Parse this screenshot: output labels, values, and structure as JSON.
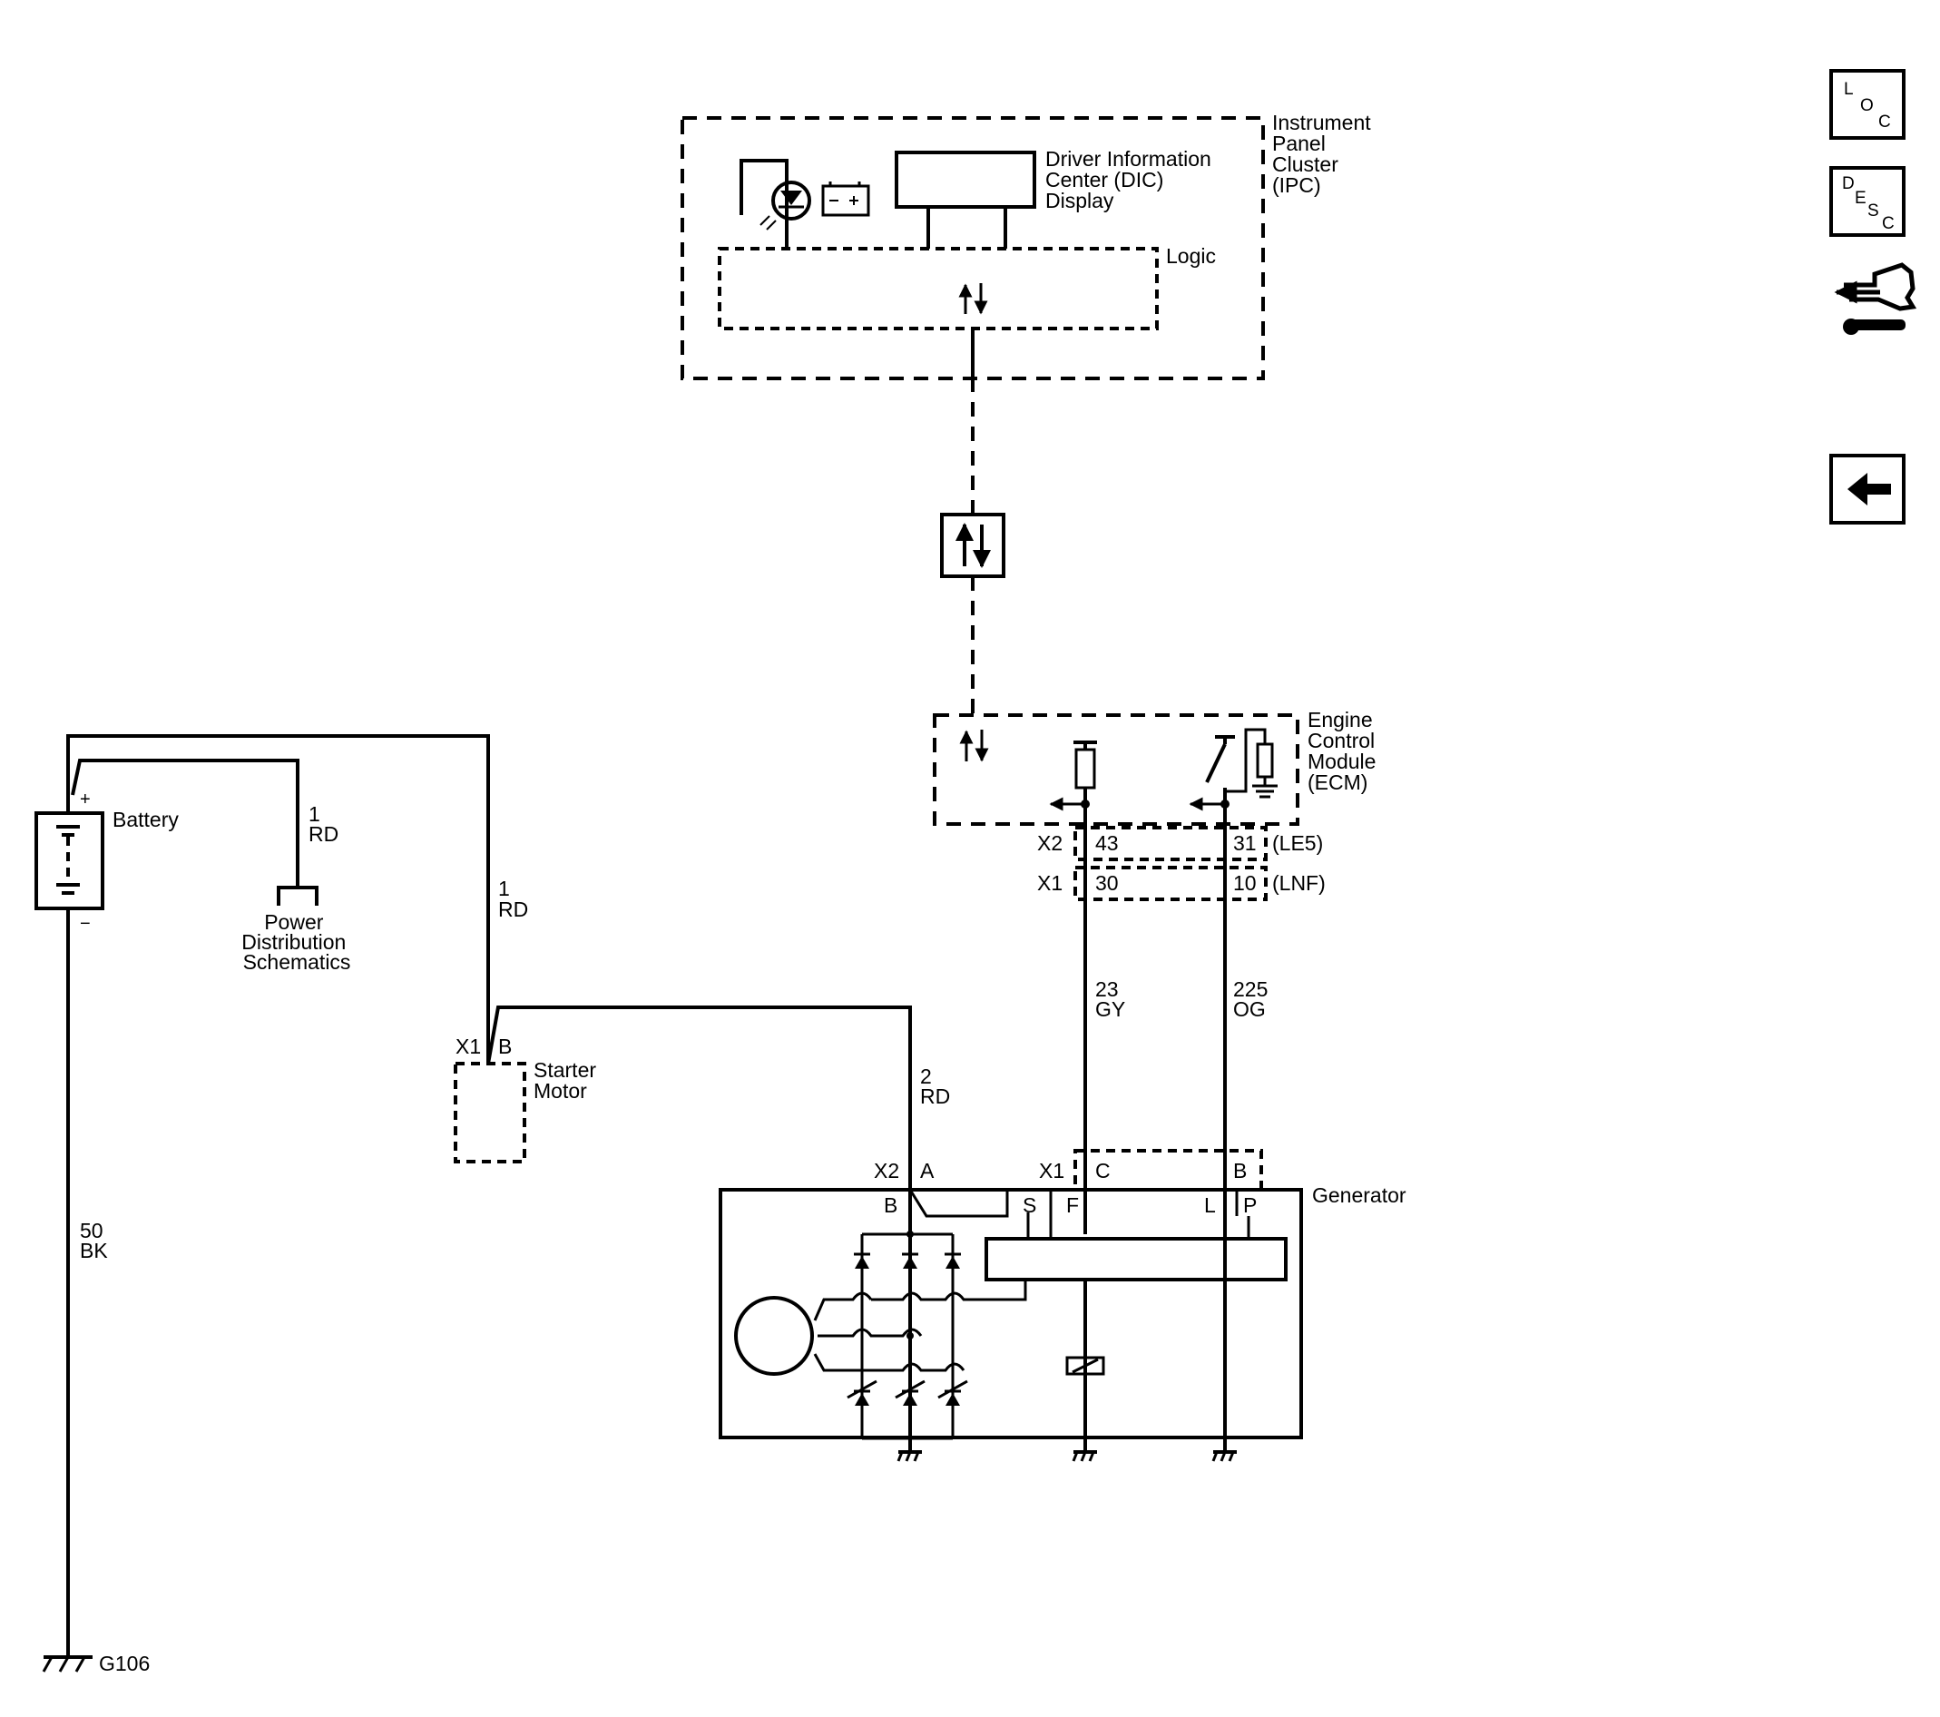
{
  "ipc": {
    "name": [
      "Instrument",
      "Panel",
      "Cluster",
      "(IPC)"
    ],
    "dic": [
      "Driver Information",
      "Center (DIC)",
      "Display"
    ],
    "logic": "Logic"
  },
  "ecm": {
    "name": [
      "Engine",
      "Control",
      "Module",
      "(ECM)"
    ]
  },
  "ecm_connectors": {
    "x2": "X2",
    "x2_pin_f": "43",
    "x2_pin_l": "31",
    "x2_variant": "(LE5)",
    "x1": "X1",
    "x1_pin_f": "30",
    "x1_pin_l": "10",
    "x1_variant": "(LNF)"
  },
  "battery": {
    "label": "Battery",
    "plus": "+",
    "minus": "−"
  },
  "wires": {
    "battery_ground": [
      "50",
      "BK"
    ],
    "power_dist": [
      "1",
      "RD"
    ],
    "starter_feed": [
      "1",
      "RD"
    ],
    "generator_b": [
      "2",
      "RD"
    ],
    "f_terminal": [
      "23",
      "GY"
    ],
    "l_terminal": [
      "225",
      "OG"
    ]
  },
  "power_distribution": [
    "Power",
    "Distribution",
    "Schematics"
  ],
  "starter": {
    "name": [
      "Starter",
      "Motor"
    ],
    "conn": "X1",
    "pin": "B"
  },
  "generator": {
    "name": "Generator",
    "x2": "X2",
    "x2_pin": "A",
    "x1": "X1",
    "x1_pin_c": "C",
    "x1_pin_b": "B",
    "term_b": "B",
    "term_s": "S",
    "term_f": "F",
    "term_l": "L",
    "term_p": "P"
  },
  "ground": {
    "label": "G106"
  },
  "nav": {
    "loc": {
      "l1": "L",
      "l2": "O",
      "l3": "C"
    },
    "desc": {
      "l1": "D",
      "l2": "E",
      "l3": "S",
      "l4": "C"
    },
    "connector_icon": "connector-icon",
    "back_icon": "back-arrow-icon"
  }
}
